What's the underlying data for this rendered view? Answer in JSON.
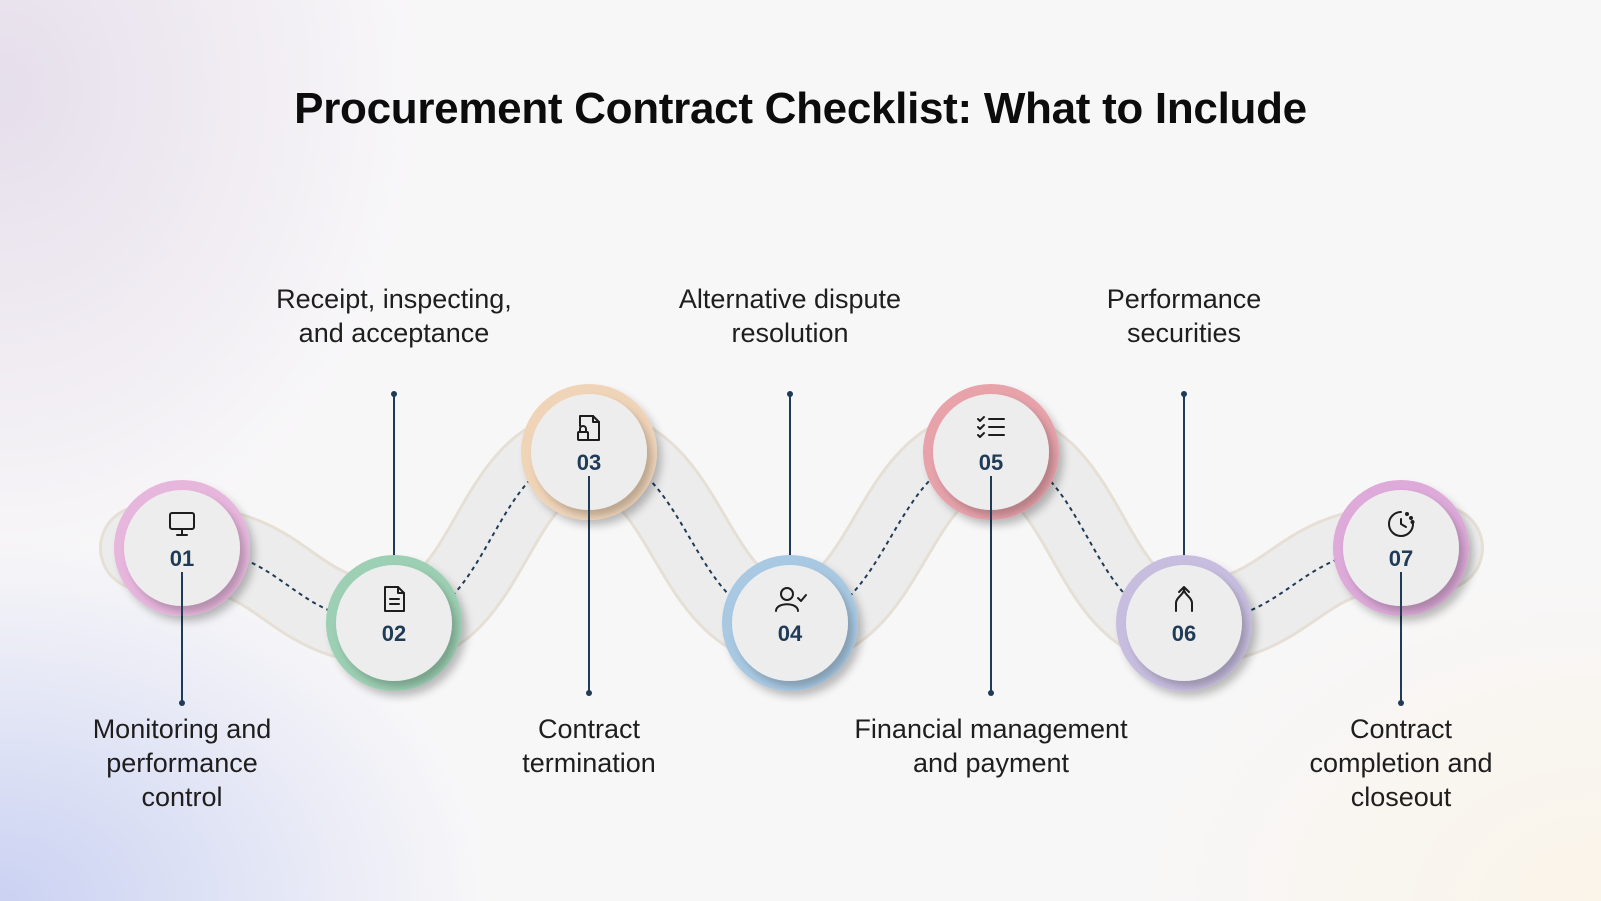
{
  "title": "Procurement Contract Checklist: What to Include",
  "steps": [
    {
      "number": "01",
      "label": "Monitoring and performance control",
      "lines": [
        "Monitoring and",
        "performance",
        "control"
      ],
      "icon": "monitor-icon",
      "color": "#e7b6dd"
    },
    {
      "number": "02",
      "label": "Receipt, inspecting, and acceptance",
      "lines": [
        "Receipt, inspecting,",
        "and acceptance"
      ],
      "icon": "document-icon",
      "color": "#9ccfb3"
    },
    {
      "number": "03",
      "label": "Contract termination",
      "lines": [
        "Contract",
        "termination"
      ],
      "icon": "file-lock-icon",
      "color": "#f0d4b8"
    },
    {
      "number": "04",
      "label": "Alternative dispute resolution",
      "lines": [
        "Alternative dispute",
        "resolution"
      ],
      "icon": "user-check-icon",
      "color": "#a9c9e3"
    },
    {
      "number": "05",
      "label": "Financial management and payment",
      "lines": [
        "Financial management",
        "and payment"
      ],
      "icon": "checklist-icon",
      "color": "#e7a2aa"
    },
    {
      "number": "06",
      "label": "Performance securities",
      "lines": [
        "Performance",
        "securities"
      ],
      "icon": "merge-icon",
      "color": "#c7bedf"
    },
    {
      "number": "07",
      "label": "Contract completion and closeout",
      "lines": [
        "Contract",
        "completion and",
        "closeout"
      ],
      "icon": "clock-icon",
      "color": "#ddaad9"
    }
  ]
}
